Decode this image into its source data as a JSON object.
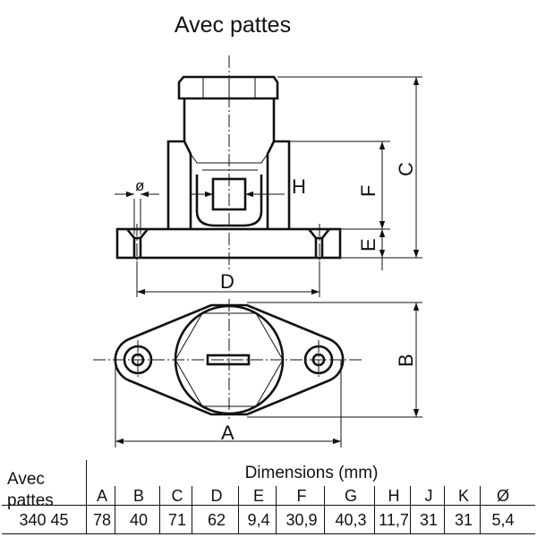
{
  "title": "Avec pattes",
  "labels": {
    "diameter": "ø",
    "H": "H",
    "F": "F",
    "C": "C",
    "E": "E",
    "D": "D",
    "B": "B",
    "A": "A"
  },
  "table": {
    "row_label_line1": "Avec",
    "row_label_line2": "pattes",
    "caption": "Dimensions (mm)",
    "columns": [
      "A",
      "B",
      "C",
      "D",
      "E",
      "F",
      "G",
      "H",
      "J",
      "K",
      "Ø"
    ],
    "row_name": "340 45",
    "values": [
      "78",
      "40",
      "71",
      "62",
      "9,4",
      "30,9",
      "40,3",
      "11,7",
      "31",
      "31",
      "5,4"
    ]
  }
}
